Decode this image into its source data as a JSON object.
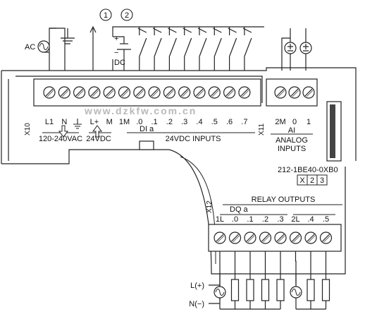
{
  "callouts": [
    "1",
    "2"
  ],
  "supply": {
    "ac": "AC",
    "dc": "DC",
    "plus": "+",
    "minus": "−"
  },
  "top_block": {
    "id": "X10",
    "terminals": [
      "L1",
      "N",
      "",
      "L+",
      "M",
      "1M",
      ".0",
      ".1",
      ".2",
      ".3",
      ".4",
      ".5",
      ".6",
      ".7"
    ],
    "group_ac": "120-240VAC",
    "group_dc": "24VDC",
    "group_di": "DI a",
    "group_inputs": "24VDC INPUTS"
  },
  "analog_block": {
    "id": "X11",
    "terminals": [
      "2M",
      "0",
      "1"
    ],
    "group": "AI",
    "caption_line1": "ANALOG",
    "caption_line2": "INPUTS"
  },
  "order_number": "212-1BE40-0XB0",
  "version_boxes": [
    "X",
    "2",
    "3"
  ],
  "relay_block": {
    "id": "X12",
    "title": "RELAY OUTPUTS",
    "group": "DQ a",
    "terminals": [
      "1L",
      ".0",
      ".1",
      ".2",
      ".3",
      "2L",
      ".4",
      ".5"
    ]
  },
  "load_supply": {
    "line": "L(+)",
    "neutral": "N(−)"
  },
  "watermark": "www.dzkfw.com.cn"
}
